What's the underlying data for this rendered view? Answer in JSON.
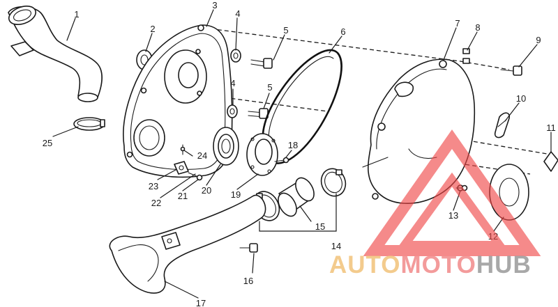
{
  "callouts": [
    "1",
    "2",
    "3",
    "4",
    "5",
    "6",
    "7",
    "8",
    "9",
    "10",
    "11",
    "25",
    "4",
    "5",
    "24",
    "18",
    "23",
    "21",
    "20",
    "19",
    "22",
    "13",
    "15",
    "12",
    "14",
    "16",
    "17"
  ],
  "watermark": {
    "auto": "AUTO",
    "moto": "MOTO",
    "hub": "HUB",
    "colors": {
      "auto": "#f2c27a",
      "moto": "#f28a8a",
      "hub": "#9a9a9a",
      "triangle": "#ef4444"
    }
  }
}
